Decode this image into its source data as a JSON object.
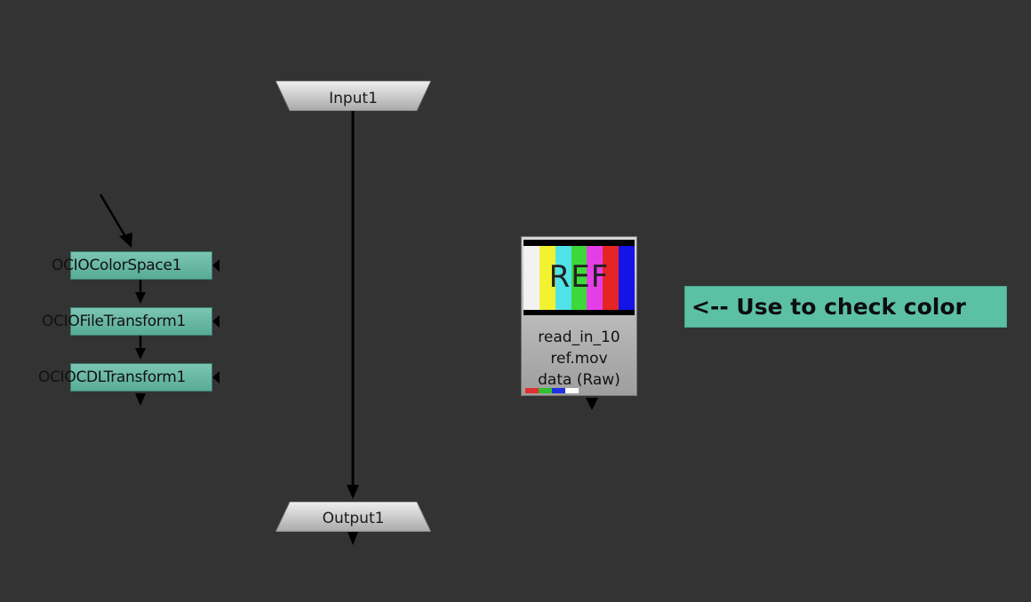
{
  "nodes": {
    "input": {
      "label": "Input1"
    },
    "output": {
      "label": "Output1"
    },
    "ocio_color_space": {
      "label": "OCIOColorSpace1"
    },
    "ocio_file_transform": {
      "label": "OCIOFileTransform1"
    },
    "ocio_cdl_transform": {
      "label": "OCIOCDLTransform1"
    },
    "read": {
      "thumbnail_text": "REF",
      "name": "read_in_10",
      "file": "ref.mov",
      "colorspace": "data (Raw)"
    }
  },
  "sticky_note": {
    "text": "<-- Use to check color"
  },
  "colors": {
    "background": "#333333",
    "ocio_node": "#6bbba8",
    "sticky_note": "#5cc0a4",
    "io_node": "#d0d0d0",
    "color_bars": [
      "#f2f2f2",
      "#f2f230",
      "#4fe3e8",
      "#3fd83a",
      "#e43ee6",
      "#e52525",
      "#1414e6"
    ],
    "channel_swatches": [
      "#e03030",
      "#30c030",
      "#2030e0",
      "#ffffff"
    ]
  }
}
